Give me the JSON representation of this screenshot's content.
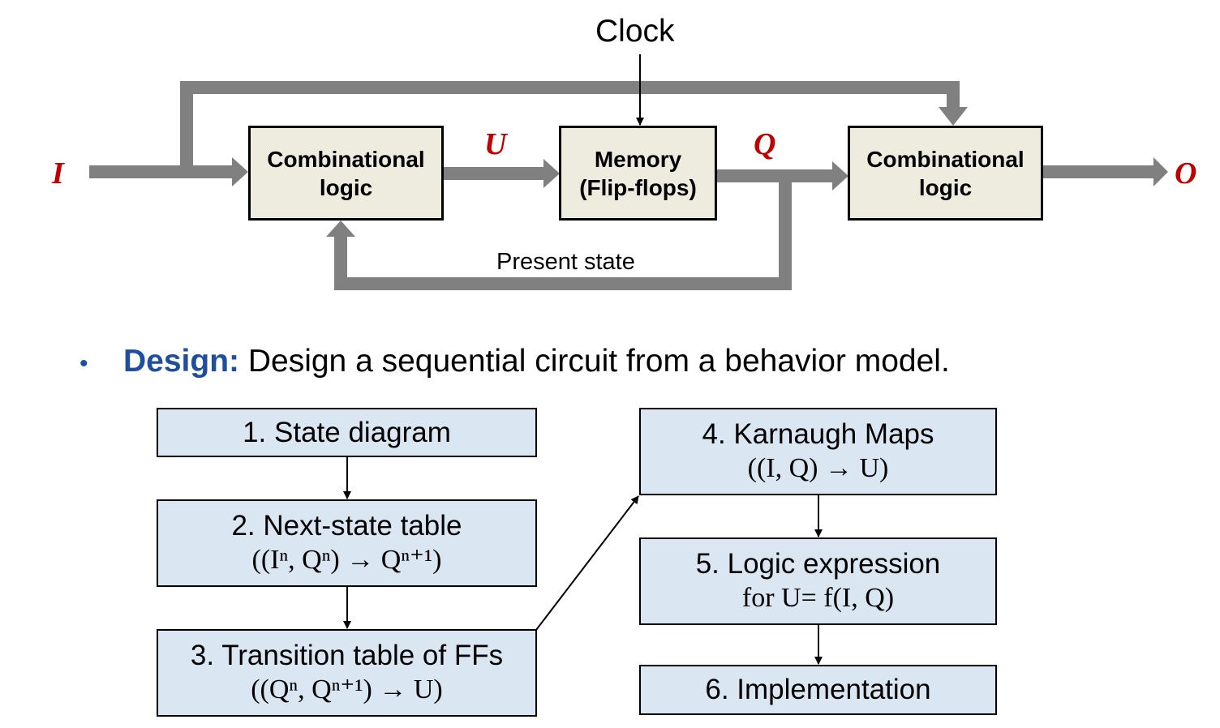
{
  "colors": {
    "wire": "#808080",
    "block_fill": "#eeecdf",
    "step_fill": "#dbe6f3",
    "signal": "#c00000",
    "accent": "#1f4e9c"
  },
  "circuit": {
    "clock_label": "Clock",
    "present_state_label": "Present state",
    "signals": {
      "input": "I",
      "next": "U",
      "state": "Q",
      "output": "O"
    },
    "blocks": {
      "comb_in": {
        "line1": "Combinational",
        "line2": "logic"
      },
      "memory": {
        "line1": "Memory",
        "line2": "(Flip-flops)"
      },
      "comb_out": {
        "line1": "Combinational",
        "line2": "logic"
      }
    }
  },
  "bullet": {
    "symbol": "•",
    "key": "Design:",
    "text": " Design a sequential circuit from a behavior model."
  },
  "steps": [
    {
      "title": "1. State diagram",
      "formula": ""
    },
    {
      "title": "2. Next-state table",
      "formula": "((Iⁿ, Qⁿ) → Qⁿ⁺¹)"
    },
    {
      "title": "3. Transition table of FFs",
      "formula": "((Qⁿ, Qⁿ⁺¹) → U)"
    },
    {
      "title": "4. Karnaugh Maps",
      "formula": "((I, Q) → U)"
    },
    {
      "title": "5. Logic expression",
      "formula": "for U= f(I, Q)"
    },
    {
      "title": "6. Implementation",
      "formula": ""
    }
  ]
}
